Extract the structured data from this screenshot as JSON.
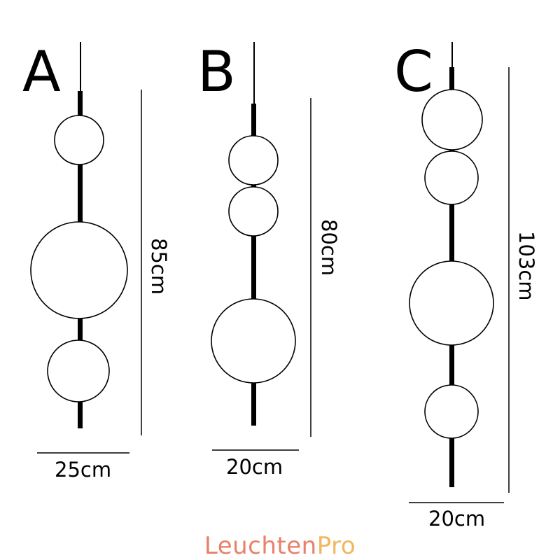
{
  "variants": [
    {
      "letter": "A",
      "height_label": "85cm",
      "width_label": "25cm",
      "globe_count": 3
    },
    {
      "letter": "B",
      "height_label": "80cm",
      "width_label": "20cm",
      "globe_count": 3
    },
    {
      "letter": "C",
      "height_label": "103cm",
      "width_label": "20cm",
      "globe_count": 4
    }
  ],
  "watermark": {
    "part1": "Leuchten",
    "part2": "Pro",
    "color1": "#e8806a",
    "color2": "#f2b65e"
  }
}
